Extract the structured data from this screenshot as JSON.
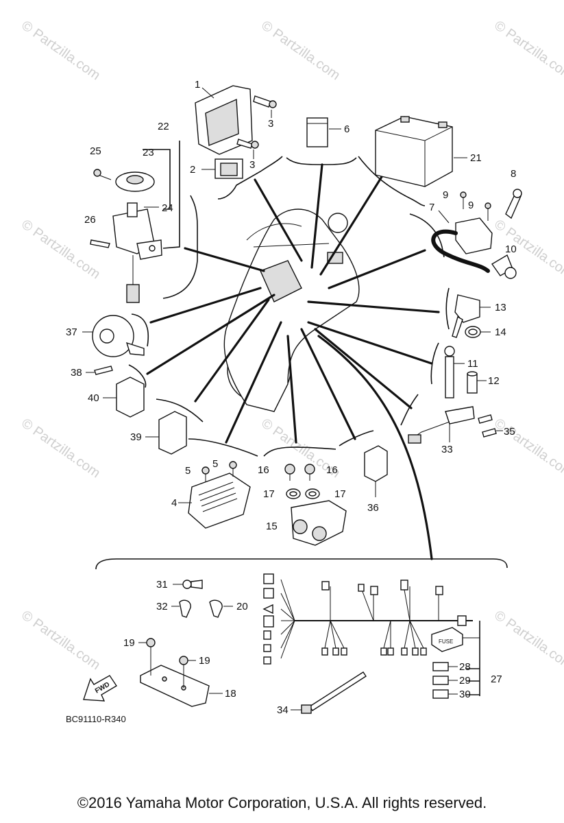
{
  "watermark": "© Partzilla.com",
  "diagram_code": "BC91110-R340",
  "fwd_label": "FWD",
  "fuse_label": "FUSE",
  "copyright": "©2016 Yamaha Motor Corporation, U.S.A. All rights reserved.",
  "callouts": {
    "c1": "1",
    "c2": "2",
    "c3a": "3",
    "c3b": "3",
    "c4": "4",
    "c5a": "5",
    "c5b": "5",
    "c6": "6",
    "c7": "7",
    "c8": "8",
    "c9a": "9",
    "c9b": "9",
    "c10": "10",
    "c11": "11",
    "c12": "12",
    "c13": "13",
    "c14": "14",
    "c15": "15",
    "c16a": "16",
    "c16b": "16",
    "c17a": "17",
    "c17b": "17",
    "c18": "18",
    "c19a": "19",
    "c19b": "19",
    "c20": "20",
    "c21": "21",
    "c22": "22",
    "c23": "23",
    "c24": "24",
    "c25": "25",
    "c26": "26",
    "c27": "27",
    "c28": "28",
    "c29": "29",
    "c30": "30",
    "c31": "31",
    "c32": "32",
    "c33": "33",
    "c34": "34",
    "c35": "35",
    "c36": "36",
    "c37": "37",
    "c38": "38",
    "c39": "39",
    "c40": "40"
  }
}
